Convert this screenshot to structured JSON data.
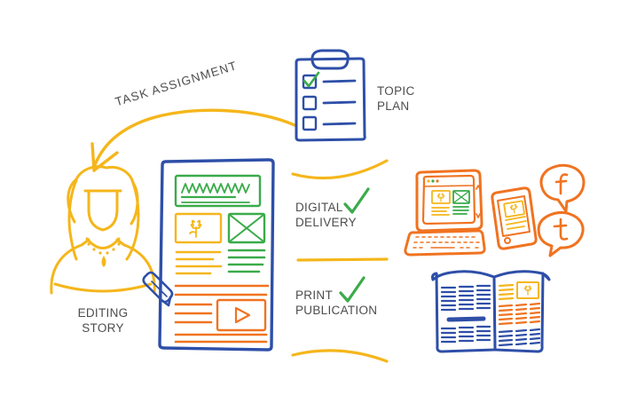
{
  "diagram": {
    "title": "Editorial workflow illustration",
    "background": "#ffffff",
    "palette": {
      "blue": "#2e4fa8",
      "green": "#3aab4a",
      "yellow": "#f5b61b",
      "orange": "#f07321",
      "text": "#4d4d4d"
    }
  },
  "labels": {
    "task_assignment": "TASK ASSIGNMENT",
    "topic_plan": "TOPIC\nPLAN",
    "editing_story": "EDITING\nSTORY",
    "digital_delivery": "DIGITAL\nDELIVERY",
    "print_publication": "PRINT\nPUBLICATION"
  },
  "nodes": {
    "clipboard": {
      "name": "topic-plan-clipboard",
      "checkbox_states": [
        "checked",
        "unchecked",
        "unchecked"
      ],
      "line_count": 3
    },
    "person": {
      "name": "editor-person",
      "description": "Editor figure with long hair and necklace"
    },
    "article": {
      "name": "article-layout",
      "sections": [
        "headline-scribble",
        "photo-flower",
        "image-placeholder-x",
        "yellow-text-lines",
        "green-text-lines",
        "orange-text-lines",
        "video-player"
      ]
    },
    "laptop": {
      "name": "laptop-device",
      "browser_dots": 3
    },
    "tablet": {
      "name": "tablet-device"
    },
    "social_bubbles": [
      {
        "name": "facebook-bubble",
        "glyph": "f"
      },
      {
        "name": "twitter-bubble",
        "glyph": "t"
      }
    ],
    "magazine": {
      "name": "print-magazine",
      "description": "Open printed publication with text columns"
    }
  },
  "checkmarks": [
    {
      "name": "digital-delivery-check",
      "state": "done"
    },
    {
      "name": "print-publication-check",
      "state": "done"
    }
  ]
}
